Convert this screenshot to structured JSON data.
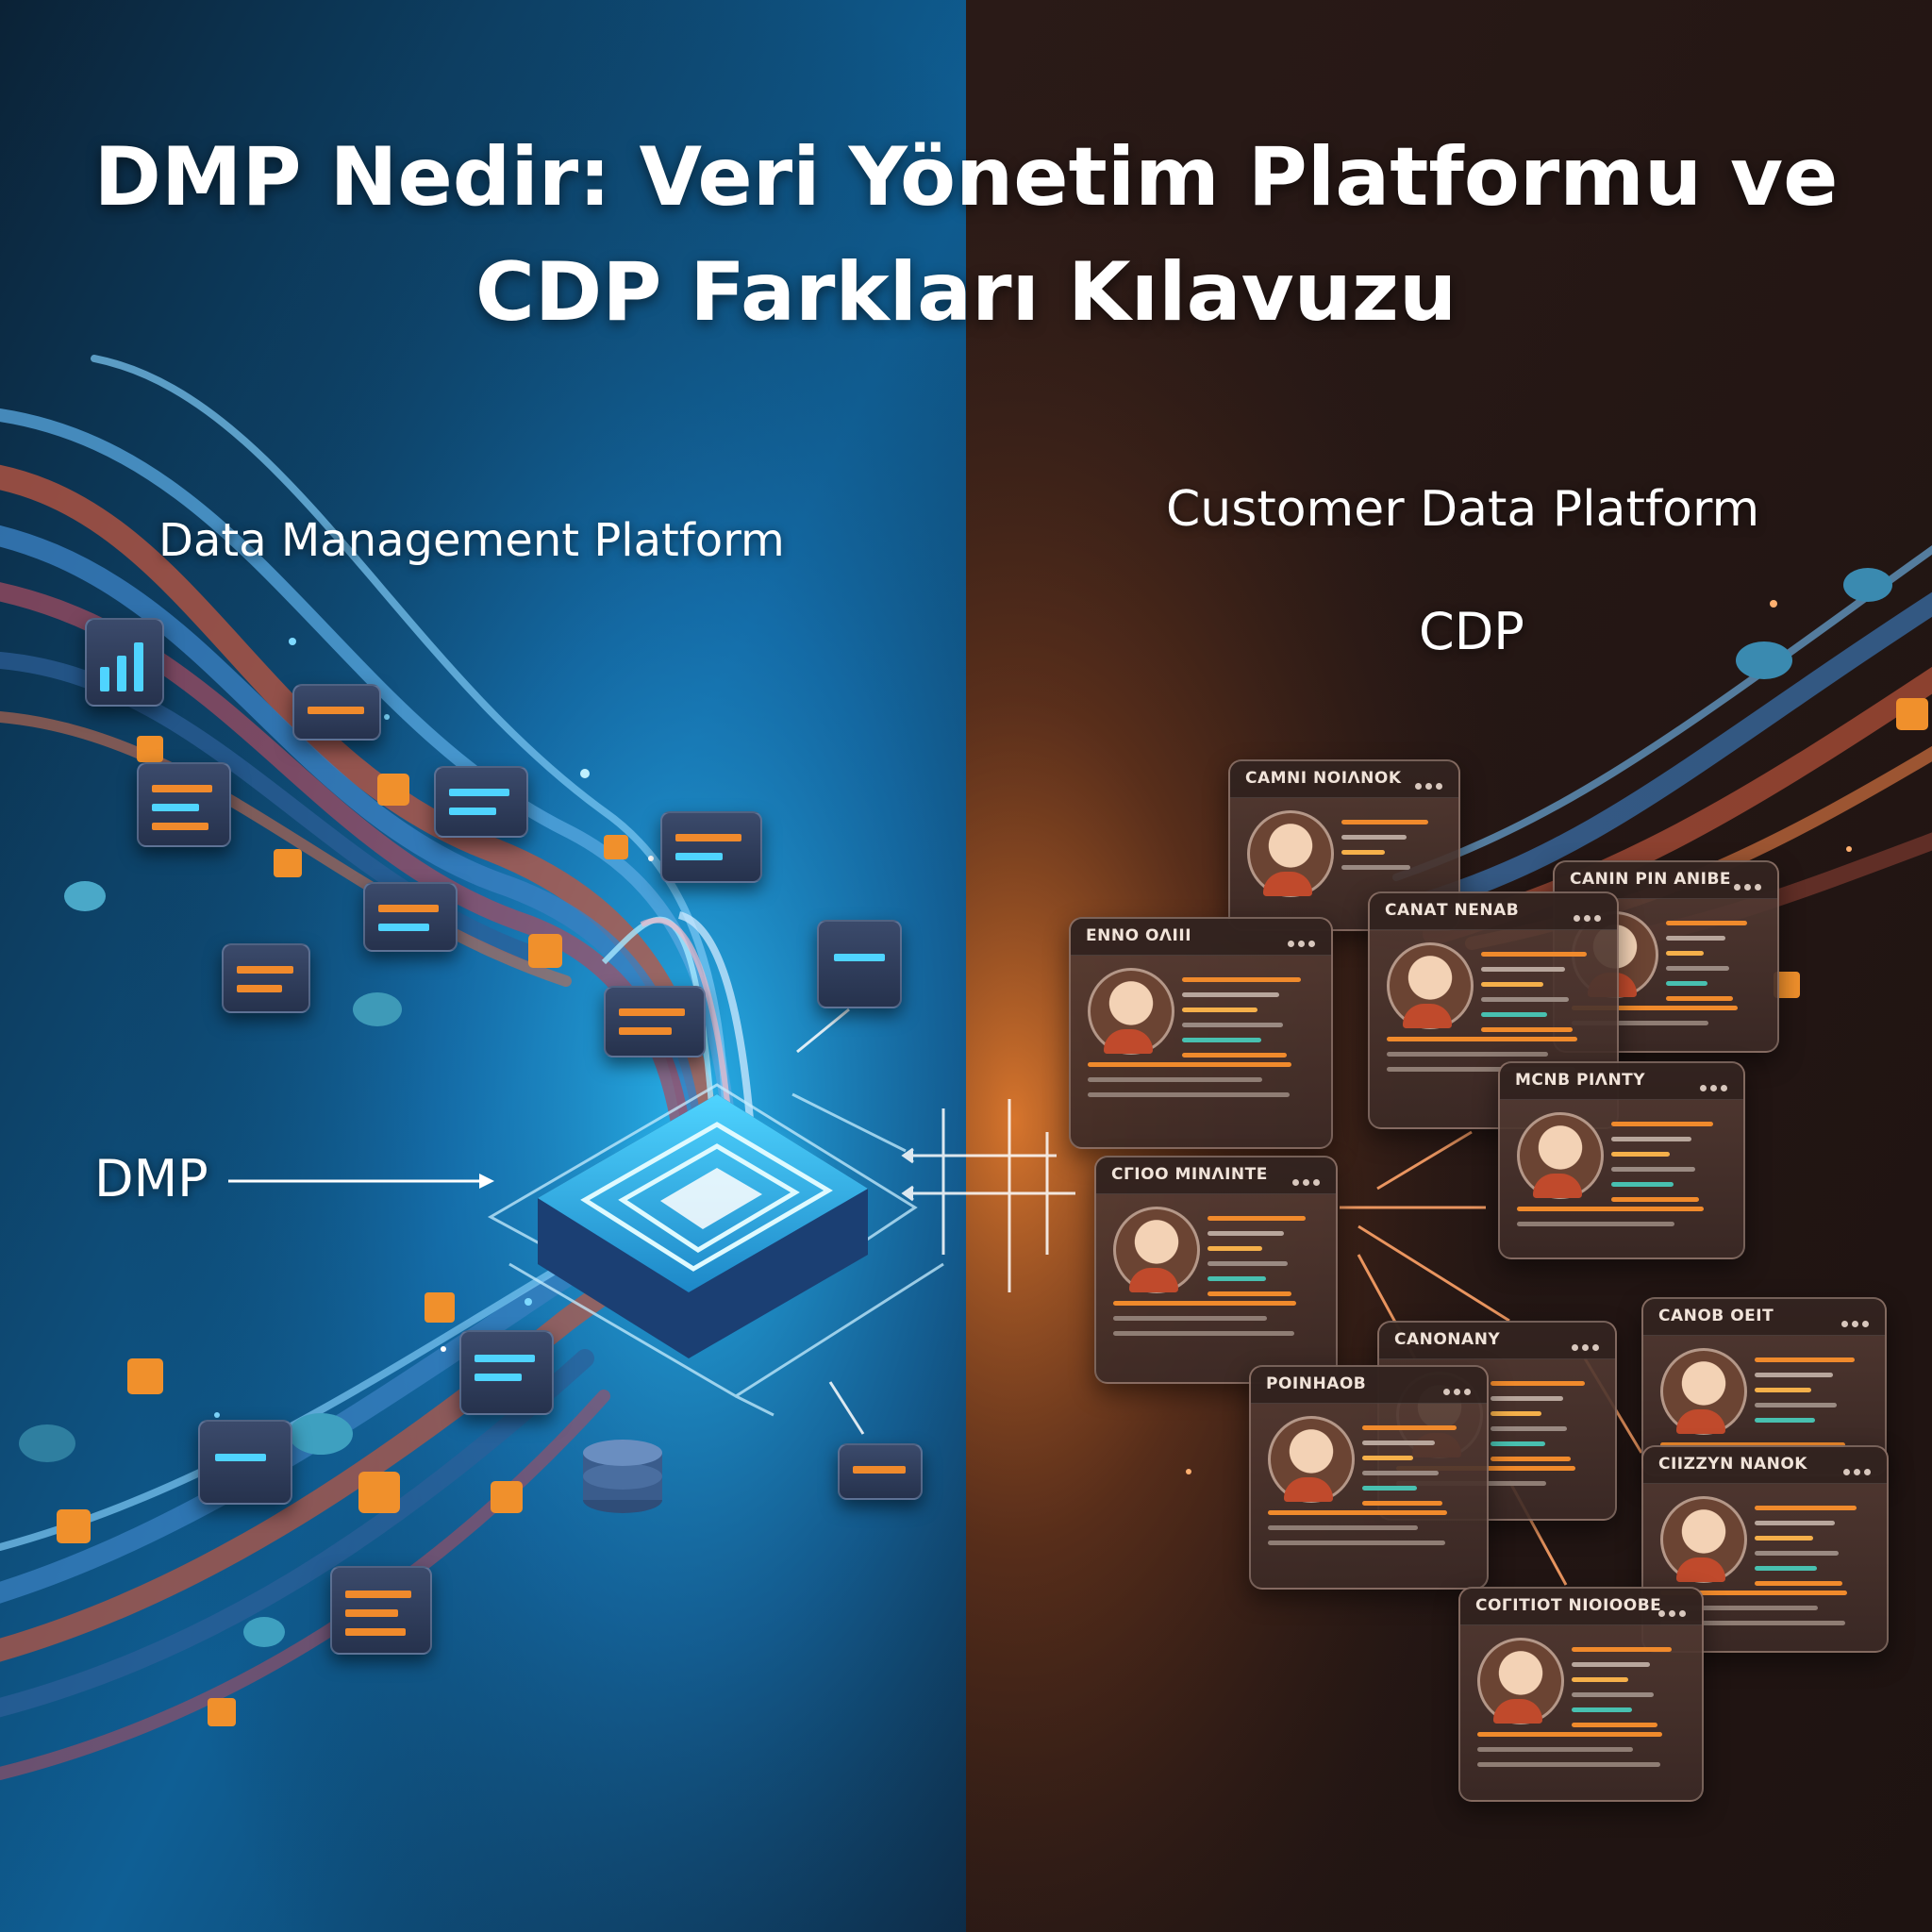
{
  "title": {
    "line1": "DMP Nedir: Veri Yönetim Platformu ve",
    "line2": "CDP Farkları Kılavuzu"
  },
  "left_panel": {
    "heading": "Data Management Platform",
    "short_label": "DMP"
  },
  "right_panel": {
    "heading": "Customer Data Platform",
    "short_label": "CDP"
  },
  "colors": {
    "left_bg": "#0f6aa8",
    "left_glow": "#2ab8f0",
    "right_bg": "#3a2520",
    "right_glow": "#e07a2e",
    "accent_orange": "#f08a2c",
    "accent_blue": "#4fd4ff"
  },
  "profile_cards": [
    {
      "header": "CΑΜΝΙ ΝΟΙΛΝΟΚ"
    },
    {
      "header": "CΑΝΙΝ ΡΙΝ ΑΝΙΒΕ"
    },
    {
      "header": "ΕΝΝΟ ΟΛΙΙΙ"
    },
    {
      "header": "CΑΝΑΤ ΝΕΝΑΒ"
    },
    {
      "header": "ΜCΝΒ ΡΙΛΝΤΥ"
    },
    {
      "header": "CΓΙΟΟ ΜΙΝΛΙΝΤΕ"
    },
    {
      "header": "CΑΝΟΝΑΝΥ"
    },
    {
      "header": "CΑΝΟΒ ΟΕΙΤ"
    },
    {
      "header": "ΡΟΙΝΗΑΟΒ"
    },
    {
      "header": "CΙΙΖΖΥΝ ΝΑΝΟΚ"
    },
    {
      "header": "CΟΓΙΤΙΟΤ ΝΙΟΙΟΟΒΕ"
    }
  ]
}
